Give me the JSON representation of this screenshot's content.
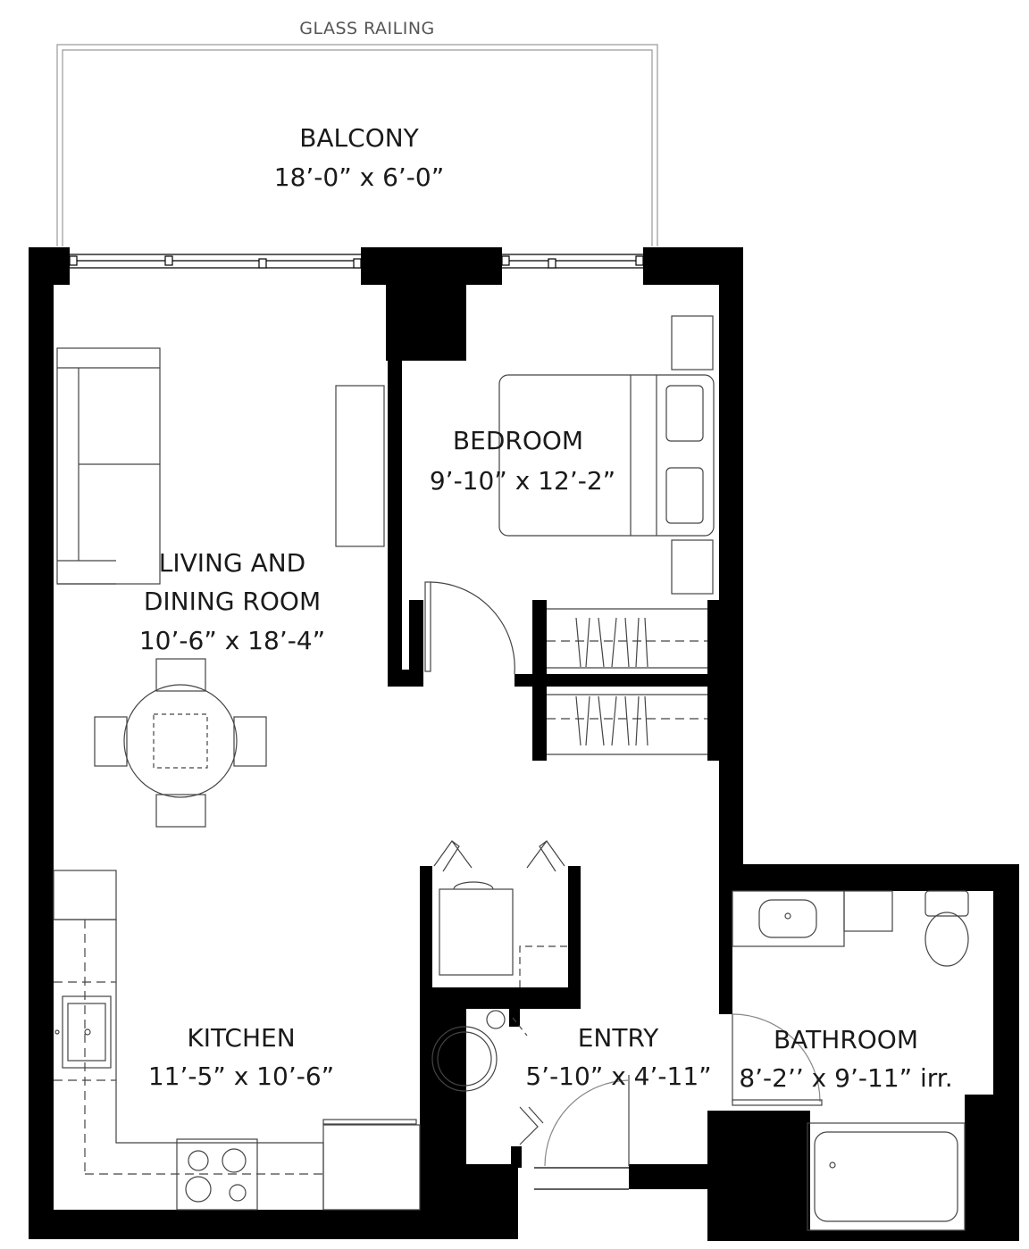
{
  "railing_label": "GLASS RAILING",
  "rooms": {
    "balcony": {
      "name": "BALCONY",
      "dims": "18’-0” x 6’-0”"
    },
    "bedroom": {
      "name": "BEDROOM",
      "dims": "9’-10” x 12’-2”"
    },
    "living": {
      "name_line1": "LIVING AND",
      "name_line2": "DINING ROOM",
      "dims": "10’-6” x 18’-4”"
    },
    "kitchen": {
      "name": "KITCHEN",
      "dims": "11’-5” x 10’-6”"
    },
    "entry": {
      "name": "ENTRY",
      "dims": "5’-10” x 4’-11”"
    },
    "bathroom": {
      "name": "BATHROOM",
      "dims": "8’-2’’ x 9’-11” irr."
    }
  }
}
